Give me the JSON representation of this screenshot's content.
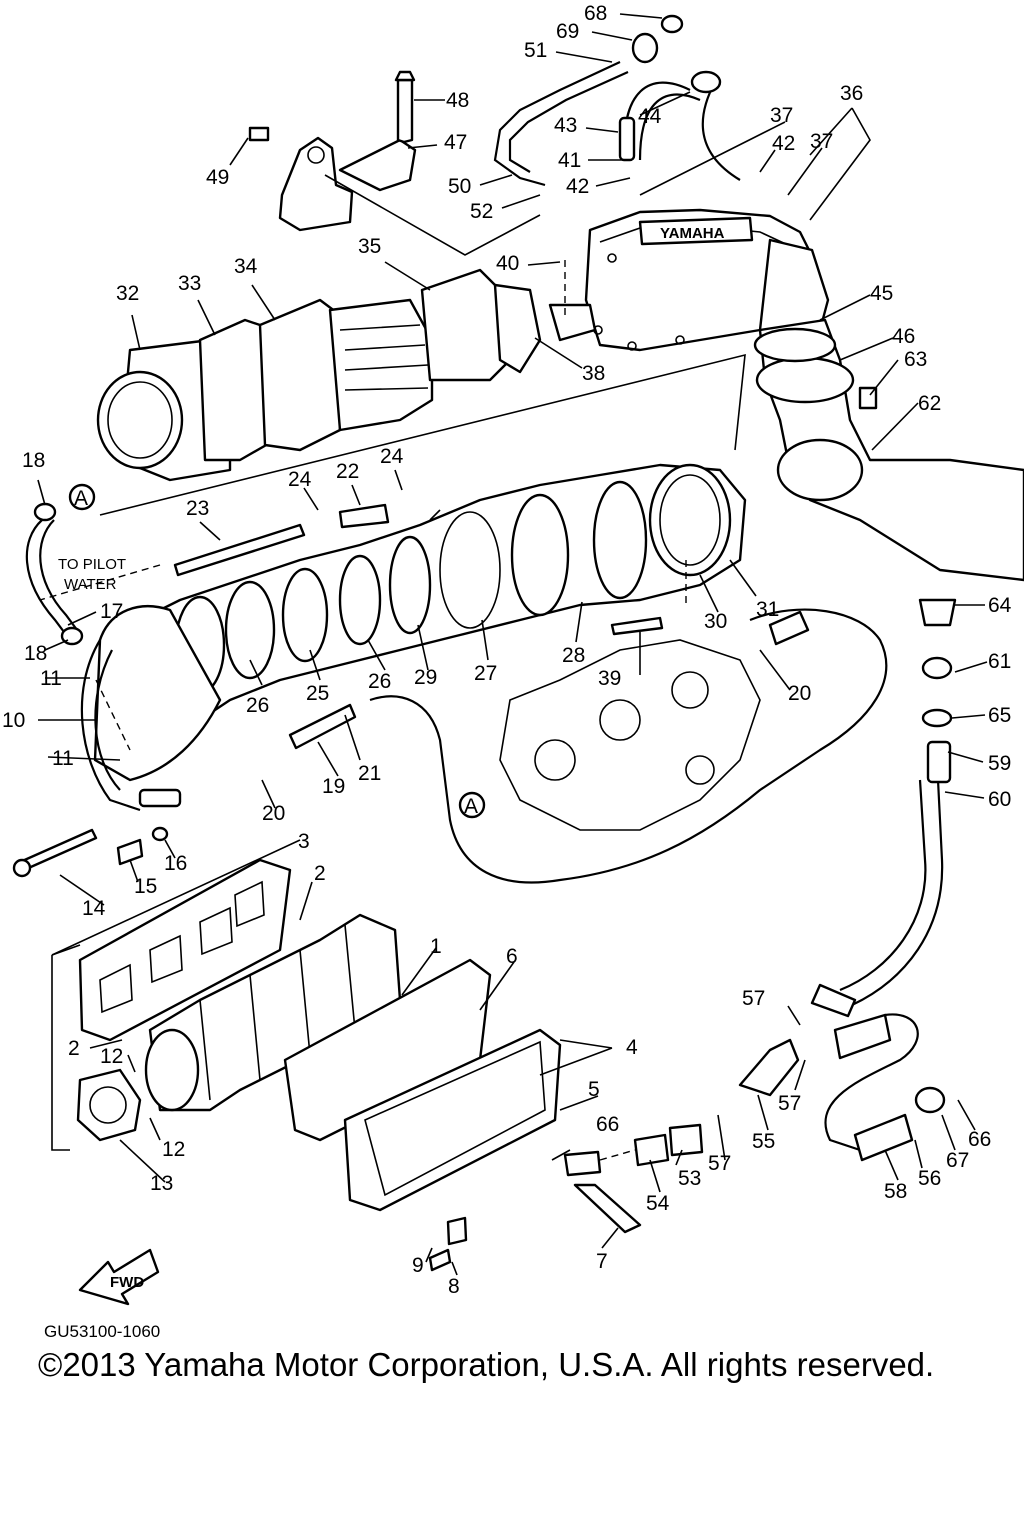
{
  "diagram": {
    "brand_text": "YAMAHA",
    "pilot_note_line1": "TO PILOT",
    "pilot_note_line2": "WATER",
    "connector_label": "A",
    "fwd_label": "FWD",
    "callouts": [
      "1",
      "2",
      "3",
      "4",
      "5",
      "6",
      "7",
      "8",
      "9",
      "10",
      "11",
      "12",
      "13",
      "14",
      "15",
      "16",
      "17",
      "18",
      "19",
      "20",
      "21",
      "22",
      "23",
      "24",
      "25",
      "26",
      "27",
      "28",
      "29",
      "30",
      "31",
      "32",
      "33",
      "34",
      "35",
      "36",
      "37",
      "38",
      "39",
      "40",
      "41",
      "42",
      "43",
      "44",
      "45",
      "46",
      "47",
      "48",
      "49",
      "50",
      "51",
      "52",
      "53",
      "54",
      "55",
      "56",
      "57",
      "58",
      "59",
      "60",
      "61",
      "62",
      "63",
      "64",
      "65",
      "66",
      "67",
      "68",
      "69"
    ]
  },
  "footer": {
    "ref_code": "GU53100-1060",
    "copyright": "©2013 Yamaha Motor Corporation, U.S.A. All rights reserved."
  }
}
